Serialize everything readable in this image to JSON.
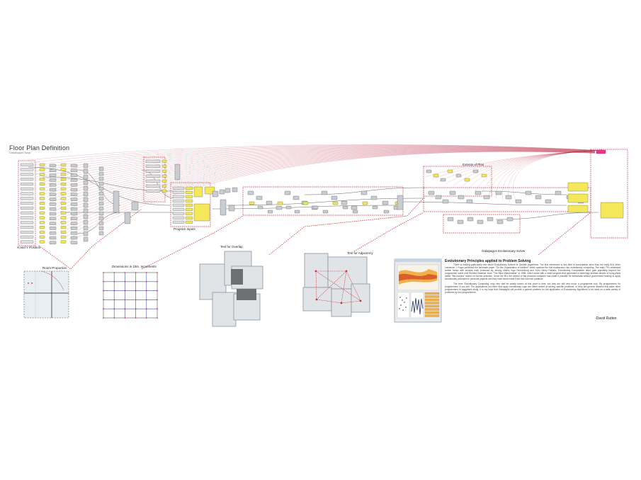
{
  "header": {
    "title": "Floor Plan Definition",
    "subtitle": "Grasshopper Script"
  },
  "groups": {
    "xy_position": "X and Y Position",
    "program_inputs": "Program Inputs",
    "extents_of_plan": "Extents of Plan"
  },
  "diagrams": {
    "room_proportion": "Room Proportion",
    "dimensions": "Dimensions in 18in. Increments",
    "overlap": "Test for Overlap",
    "adjacency": "Test for Adjacency",
    "galapagos": "Galapagos Evolutionary Solver"
  },
  "essay": {
    "heading": "Evolutionary Principles applied to Problem Solving",
    "para1": "There is nothing particularly new about Evolutionary Solvers or Genetic Algorithms. The first references to this field of computation stem from the early 60's when Lawrence J. Fogel published the landmark paper \"On the Organization of Intellect\" which sparked the first endeavours into evolutionary computing. The early 70's witnessed further forays with seminal work produced by, among others, Ingo Rechenberg and John Henry Holland. Evolutionary Computation didn't gain popularity beyond the programmer world until Richard Dawkins' book \"The Blind Watchmaker\" in 1986, which came with a small program that generated a seemingly endless stream of body-plans called \"Bio-morphs\" based on human selection. Since the 80's the advent of the personal computer has made it possible for individuals without government funding to apply evolutionary principles to personal projects and they have since made it into the common parlance.",
    "para2": "The term 'Evolutionary Computing' may very well be widely known at this point in time, but they are still very much a programmer tool. 'By programmers for programmers' if you will. The applications out there that apply evolutionary logic are either aimed at solving specific problems, or they are generic libraries that allow other programmers to piggyback along. It is my hope that Galapagos will provide a generic platform for the application of Evolutionary Algorithms to be used on a wide variety of problems by non-programmers.",
    "author": "-David Rutten"
  }
}
